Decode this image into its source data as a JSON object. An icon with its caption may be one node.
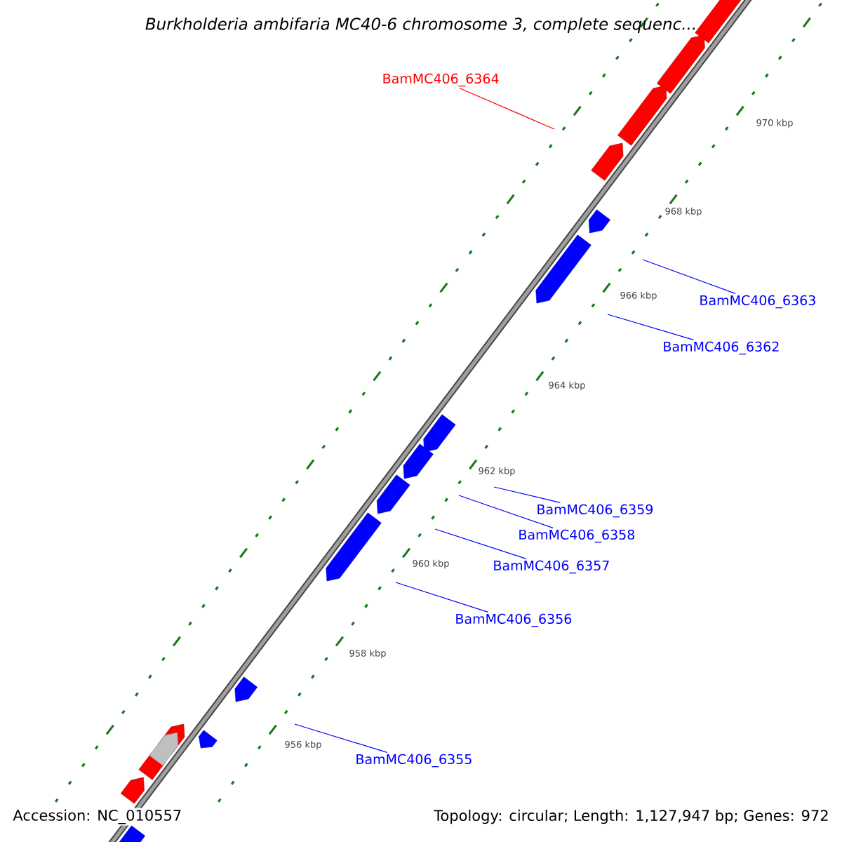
{
  "diagram": {
    "title": "Burkholderia ambifaria MC40-6 chromosome 3, complete sequenc...",
    "nodes": [
      {
        "text": [
          "BamMC406_6364"
        ]
      },
      {
        "text": [
          "BamMC406_6363"
        ]
      },
      {
        "text": [
          "BamMC406_6362"
        ]
      },
      {
        "text": [
          "BamMC406_6359"
        ]
      },
      {
        "text": [
          "BamMC406_6358"
        ]
      },
      {
        "text": [
          "BamMC406_6357"
        ]
      },
      {
        "text": [
          "BamMC406_6356"
        ]
      },
      {
        "text": [
          "BamMC406_6355"
        ]
      }
    ],
    "edges": [
      {
        "from": 0,
        "to": null,
        "arrow": "none",
        "color": "#ff0000"
      },
      {
        "from": 1,
        "to": null,
        "arrow": "none"
      },
      {
        "from": 2,
        "to": null,
        "arrow": "none"
      },
      {
        "from": 3,
        "to": null,
        "arrow": "none"
      },
      {
        "from": 4,
        "to": null,
        "arrow": "none"
      },
      {
        "from": 5,
        "to": null,
        "arrow": "none"
      },
      {
        "from": 6,
        "to": null,
        "arrow": "none"
      },
      {
        "from": 7,
        "to": null,
        "arrow": "none"
      }
    ],
    "labels": [
      "970 kbp",
      "968 kbp",
      "966 kbp",
      "964 kbp",
      "962 kbp",
      "960 kbp",
      "958 kbp",
      "956 kbp",
      "Accession: NC_010557",
      "Topology: circular; Length: 1,127,947 bp; Genes: 972"
    ]
  }
}
